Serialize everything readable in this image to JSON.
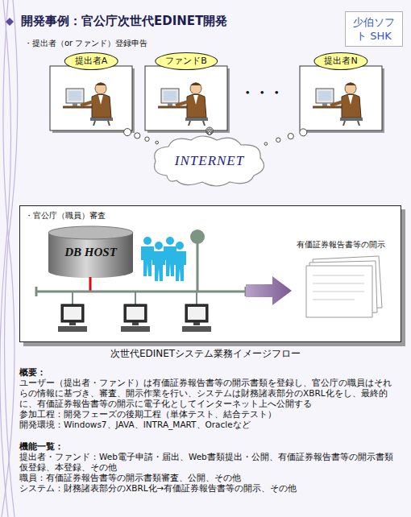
{
  "diagram": {
    "title": "開発事例：官公庁次世代EDINET開発",
    "caption": "次世代EDINETシステム業務イメージフロー",
    "nodes": [
      {
        "text": [
          "少伯ソフト SHK"
        ]
      },
      {
        "text": [
          "提出者A"
        ]
      },
      {
        "text": [
          "ファンドB"
        ]
      },
      {
        "text": [
          "提出者N"
        ]
      },
      {
        "text": [
          "INTERNET"
        ]
      },
      {
        "text": [
          "・官公庁（職員）審査"
        ]
      },
      {
        "text": [
          "DB HOST"
        ],
        "in": 5
      },
      {
        "text": [
          "有価証券報告書等の開示"
        ],
        "in": 5
      }
    ],
    "edges": [
      {
        "from": 1,
        "to": 4,
        "arrow": "none"
      },
      {
        "from": 2,
        "to": 4,
        "arrow": "none"
      },
      {
        "from": 3,
        "to": 4,
        "arrow": "none"
      }
    ],
    "labels": [
      "・提出者（or ファンド）登録申告",
      "・・・",
      "概要：",
      "ユーザー（提出者・ファンド）は有価証券報告書等の開示書類を登録し、官公庁の職員はそれらの情報に基づき、審査、開示作業を行い、システムは財務諸表部分のXBRL化をし、最終的に、有価証券報告書等の開示に電子化としてインターネット上へ公開する",
      "参加工程：開発フェーズの後期工程（単体テスト、結合テスト）",
      "開発環境：Windows7、JAVA、INTRA_MART、Oracleなど",
      "機能一覧：",
      "提出者・ファンド：Web電子申請・届出、Web書類提出・公開、有価証券報告書等の開示書類仮登録、本登録、その他",
      "職員：有価証券報告書等の開示書類審査、公開、その他",
      "システム：財務諸表部分のXBRL化→有価証券報告書等の開示、その他"
    ]
  }
}
